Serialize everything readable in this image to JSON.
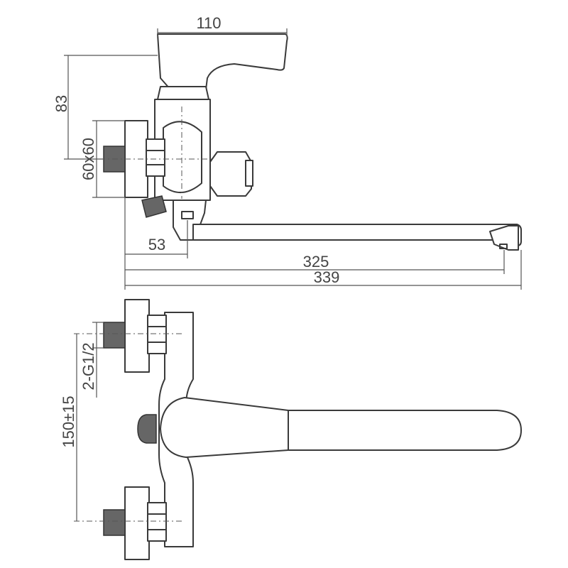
{
  "dimensions": {
    "handle_length": "110",
    "handle_height": "83",
    "inlet_nut": "60x60",
    "spout_offset": "53",
    "spout_reach": "325",
    "total_length": "339",
    "connection_thread": "2-G1/2",
    "inlet_spacing": "150±15"
  },
  "colors": {
    "line": "#3a3a3a",
    "thread_fill": "#666666",
    "background": "#ffffff"
  }
}
